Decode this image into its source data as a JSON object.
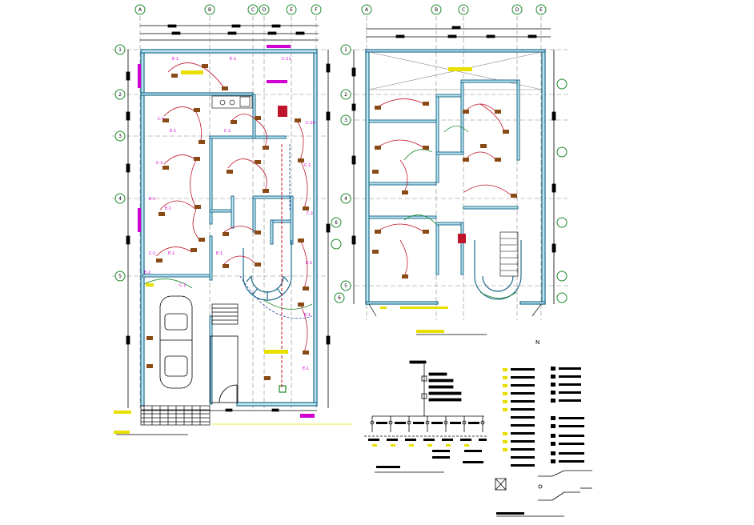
{
  "drawing": {
    "ground_floor_grid_top": [
      "A",
      "B",
      "C",
      "D",
      "E",
      "F"
    ],
    "ground_floor_grid_side": [
      "1",
      "2",
      "3",
      "4",
      "5",
      "6"
    ],
    "upper_floor_grid_top": [
      "A",
      "B",
      "C",
      "D",
      "E"
    ],
    "upper_floor_grid_side": [
      "1",
      "2",
      "3",
      "4",
      "5",
      "6"
    ],
    "room_tags": [
      "E-1",
      "E-1",
      "C-11",
      "C-1",
      "E-1",
      "C-1",
      "C-1",
      "E-1",
      "E-1",
      "C-1",
      "E-1",
      "E-2",
      "E-1",
      "C-1",
      "C-14",
      "C-1",
      "E-1",
      "E-1",
      "E-1",
      "C-1"
    ],
    "north_arrow": "N"
  },
  "colors": {
    "walls": "#1d6a8a",
    "wall_fill": "#bfe6f2",
    "circuits": "#c0142b",
    "circuits_green": "#1b8a2a",
    "fixtures": "#8a4a16",
    "labels_yellow": "#e8e000",
    "labels_magenta": "#d000d0",
    "gridlines": "#7a7a7a",
    "text_black": "#000000"
  }
}
